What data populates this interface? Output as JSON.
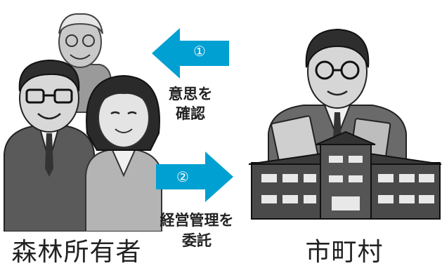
{
  "owners_label": "森林所有者",
  "municipality_label": "市町村",
  "step1": {
    "number": "①",
    "line1": "意思を",
    "line2": "確認"
  },
  "step2": {
    "number": "②",
    "line1": "経営管理を",
    "line2": "委託"
  },
  "arrow_color": "#00a0d2"
}
